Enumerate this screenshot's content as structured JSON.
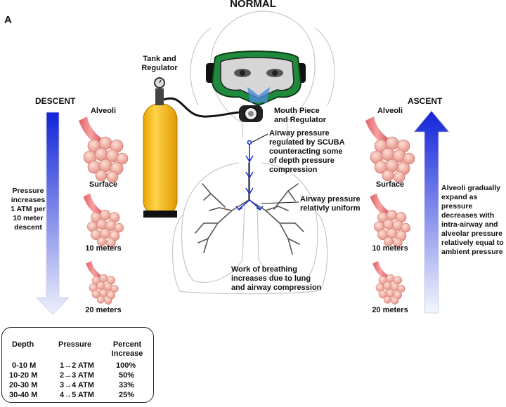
{
  "panel_letter": "A",
  "title": "NORMAL",
  "descent": {
    "heading": "DESCENT",
    "note": [
      "Pressure",
      "increases",
      "1 ATM per",
      "10 meter",
      "descent"
    ],
    "alveoli_title": "Alveoli",
    "depth_labels": [
      "Surface",
      "10 meters",
      "20 meters"
    ]
  },
  "ascent": {
    "heading": "ASCENT",
    "note": [
      "Alveoli gradually",
      "expand as pressure",
      "decreases with",
      "intra-airway and",
      "alveolar pressure",
      "relatively equal to",
      "ambient pressure"
    ],
    "alveoli_title": "Alveoli",
    "depth_labels": [
      "Surface",
      "10 meters",
      "20 meters"
    ]
  },
  "labels": {
    "tank": [
      "Tank and",
      "Regulator"
    ],
    "mouthpiece": [
      "Mouth Piece",
      "and Regulator"
    ],
    "airway_regulated": [
      "Airway pressure",
      "regulated by SCUBA",
      "counteracting some",
      "of depth pressure",
      "compression"
    ],
    "airway_uniform": [
      "Airway pressure",
      "relativly uniform"
    ],
    "work_breathing": [
      "Work of breathing",
      "increases due to lung",
      "and airway compression"
    ]
  },
  "table": {
    "headers": [
      "Depth",
      "Pressure",
      "Percent Increase"
    ],
    "rows": [
      [
        "0-10 M",
        "1→2 ATM",
        "100%"
      ],
      [
        "10-20 M",
        "2→3 ATM",
        "50%"
      ],
      [
        "20-30 M",
        "3→4 ATM",
        "33%"
      ],
      [
        "30-40 M",
        "4→5 ATM",
        "25%"
      ]
    ]
  },
  "colors": {
    "arrow_blue": "#1f2fd6",
    "tank_yellow": "#f5b700",
    "mask_green": "#1f8a3c",
    "alveoli_pink": "#f2a79a",
    "bronchi_blue": "#1a33cc"
  }
}
